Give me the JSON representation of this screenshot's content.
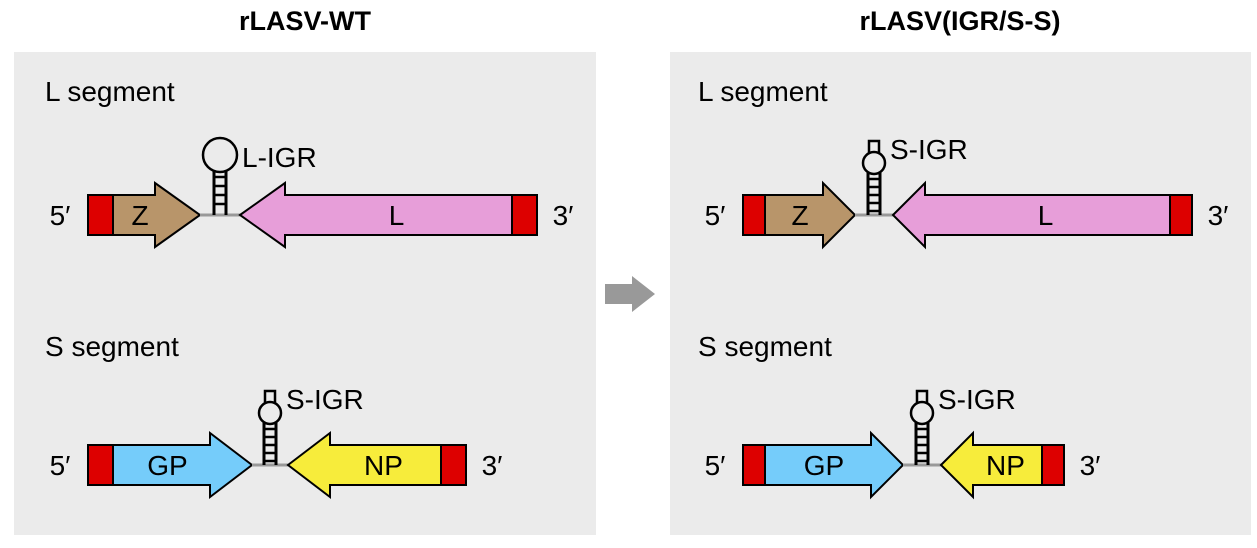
{
  "panels": [
    {
      "title": "rLASV-WT",
      "segments": [
        {
          "label": "L segment",
          "five_prime": "5′",
          "three_prime": "3′",
          "left_gene": {
            "name": "Z",
            "color": "#b8956a",
            "direction": "right"
          },
          "right_gene": {
            "name": "L",
            "color": "#e79ed9",
            "direction": "left"
          },
          "igr": {
            "label": "L-IGR",
            "type": "L-IGR"
          }
        },
        {
          "label": "S segment",
          "five_prime": "5′",
          "three_prime": "3′",
          "left_gene": {
            "name": "GP",
            "color": "#75ccfa",
            "direction": "right"
          },
          "right_gene": {
            "name": "NP",
            "color": "#f7ec3b",
            "direction": "left"
          },
          "igr": {
            "label": "S-IGR",
            "type": "S-IGR"
          }
        }
      ]
    },
    {
      "title": "rLASV(IGR/S-S)",
      "segments": [
        {
          "label": "L segment",
          "five_prime": "5′",
          "three_prime": "3′",
          "left_gene": {
            "name": "Z",
            "color": "#b8956a",
            "direction": "right"
          },
          "right_gene": {
            "name": "L",
            "color": "#e79ed9",
            "direction": "left"
          },
          "igr": {
            "label": "S-IGR",
            "type": "S-IGR"
          }
        },
        {
          "label": "S segment",
          "five_prime": "5′",
          "three_prime": "3′",
          "left_gene": {
            "name": "GP",
            "color": "#75ccfa",
            "direction": "right"
          },
          "right_gene": {
            "name": "NP",
            "color": "#f7ec3b",
            "direction": "left"
          },
          "igr": {
            "label": "S-IGR",
            "type": "S-IGR"
          }
        }
      ]
    }
  ],
  "colors": {
    "utr": "#dd0000",
    "panel_bg": "#ebebeb",
    "transition_arrow": "#999999",
    "igr_line": "#999999"
  },
  "transition_arrow": {
    "icon": "right-arrow-icon"
  }
}
